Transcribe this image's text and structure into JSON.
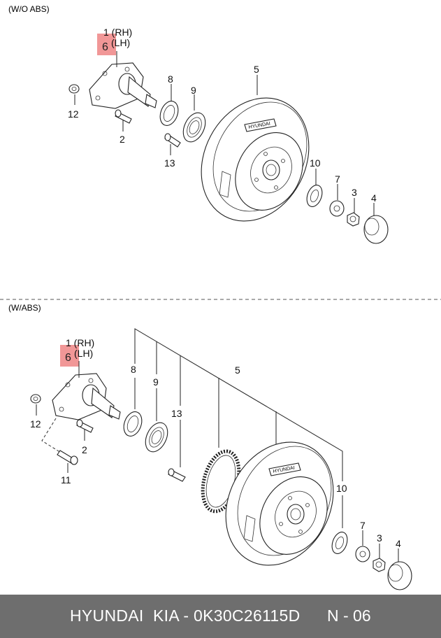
{
  "sections": [
    {
      "title": "(W/O ABS)"
    },
    {
      "title": "(W/ABS)"
    }
  ],
  "labels_top": {
    "p1": "1 (RH)",
    "p6": "6",
    "lh": "(LH)",
    "p5": "5",
    "p8": "8",
    "p9": "9",
    "p12": "12",
    "p2": "2",
    "p13": "13",
    "p10": "10",
    "p7": "7",
    "p3": "3",
    "p4": "4"
  },
  "labels_bottom": {
    "p1": "1 (RH)",
    "p6": "6",
    "lh": "(LH)",
    "p8": "8",
    "p9": "9",
    "p5": "5",
    "p13": "13",
    "p12": "12",
    "p2": "2",
    "p11": "11",
    "p10": "10",
    "p7": "7",
    "p3": "3",
    "p4": "4"
  },
  "drum_mark": "HYUNDAI",
  "footer": {
    "code": "HYUNDAI  KIA - 0K30C26115D",
    "page": "N - 06"
  },
  "colors": {
    "highlight": "#f08c8c",
    "footer_bg": "#6e6e6e"
  }
}
